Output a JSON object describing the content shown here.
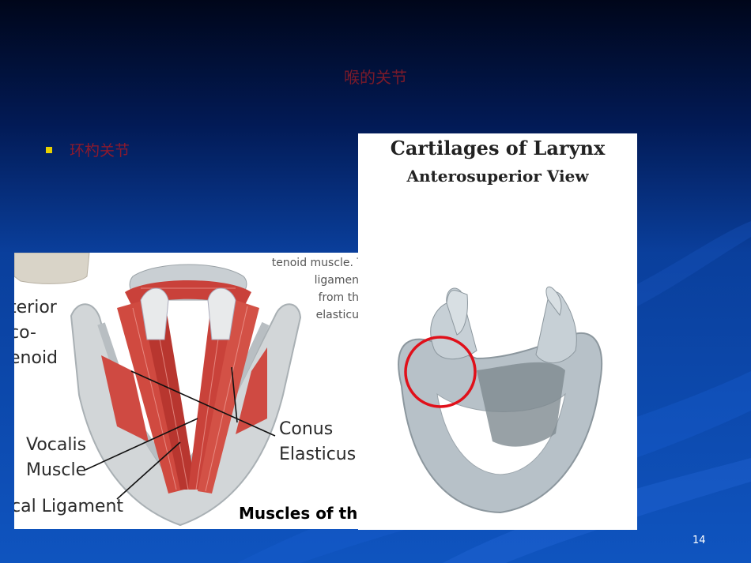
{
  "slide": {
    "title": "喉的关节",
    "bullet": "环杓关节",
    "page_number": "14"
  },
  "left_image": {
    "labels": {
      "posterior_1": "terior",
      "posterior_2": "co-",
      "posterior_3": "enoid",
      "vocalis_1": "Vocalis",
      "vocalis_2": "Muscle",
      "conus_1": "Conus",
      "conus_2": "Elasticus",
      "vocal_ligament": "cal Ligament",
      "caption": "Muscles of the",
      "note_1": "tenoid muscle. T",
      "note_2": "ligamen",
      "note_3": "from th",
      "note_4": "elasticu"
    }
  },
  "right_image": {
    "title": "Cartilages of Larynx",
    "subtitle": "Anterosuperior View"
  },
  "colors": {
    "title": "#7a1a2a",
    "bullet_text": "#8a1a2e",
    "bullet_square": "#e8d000",
    "highlight_circle": "#e0101a"
  }
}
